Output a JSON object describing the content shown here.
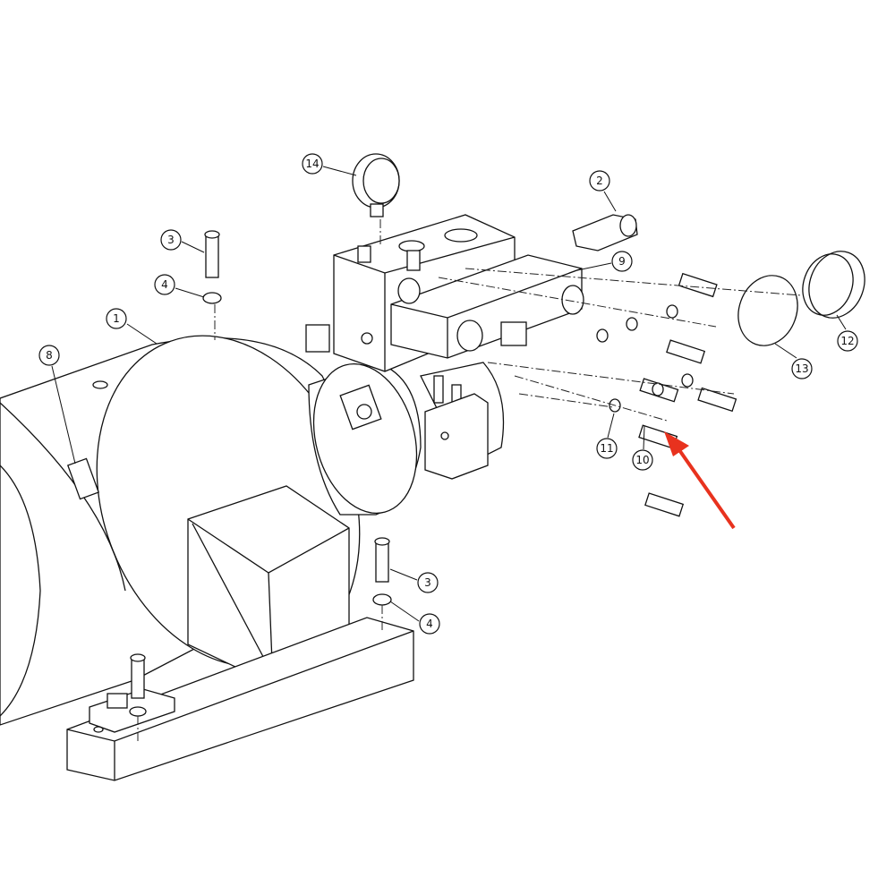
{
  "diagram": {
    "type": "exploded-assembly",
    "callouts": [
      {
        "id": "c14",
        "label": "14"
      },
      {
        "id": "c2",
        "label": "2"
      },
      {
        "id": "c9",
        "label": "9"
      },
      {
        "id": "c3a",
        "label": "3"
      },
      {
        "id": "c4a",
        "label": "4"
      },
      {
        "id": "c1",
        "label": "1"
      },
      {
        "id": "c8",
        "label": "8"
      },
      {
        "id": "c12",
        "label": "12"
      },
      {
        "id": "c13",
        "label": "13"
      },
      {
        "id": "c11",
        "label": "11"
      },
      {
        "id": "c10",
        "label": "10"
      },
      {
        "id": "c3b",
        "label": "3"
      },
      {
        "id": "c4b",
        "label": "4"
      }
    ],
    "highlight_arrow_color": "#e8321e"
  }
}
